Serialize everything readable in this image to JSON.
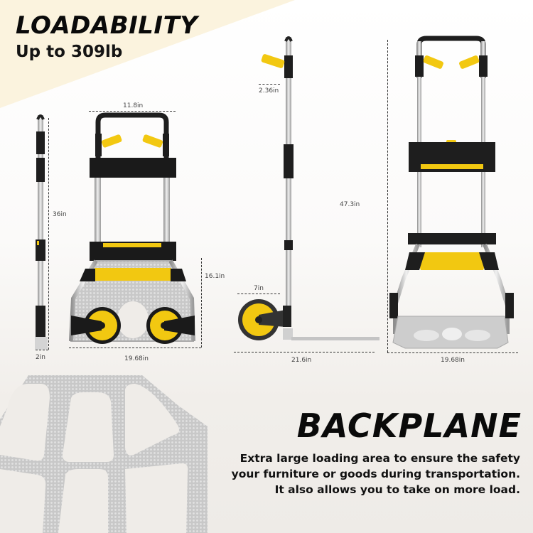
{
  "header": {
    "title": "LOADABILITY",
    "subtitle": "Up to 309lb"
  },
  "dimensions": {
    "folded_side_height": "36in",
    "folded_side_depth": "2in",
    "folded_front_top_width": "11.8in",
    "folded_front_height": "16.1in",
    "folded_front_width": "19.68in",
    "side_handle_offset": "2.36in",
    "side_wheel_diameter": "7in",
    "side_length": "21.6in",
    "unfolded_height": "47.3in",
    "unfolded_width": "19.68in"
  },
  "backplane": {
    "title": "BACKPLANE",
    "lines": [
      "Extra large loading area to ensure the safety",
      "your furniture or goods during transportation.",
      "It also allows you to take on more load."
    ]
  },
  "colors": {
    "accent_yellow": "#f2c811",
    "frame_black": "#1a1a1a",
    "aluminum": "#c9c9c9",
    "beige_band": "#fbf3de",
    "text": "#0a0a0a"
  }
}
